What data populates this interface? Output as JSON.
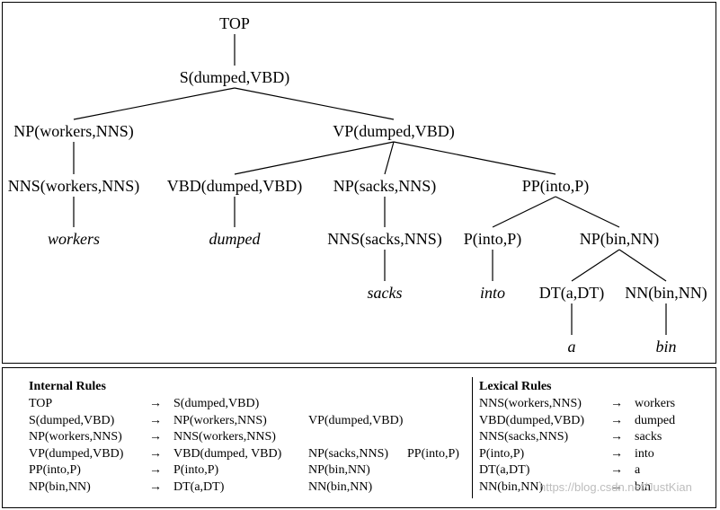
{
  "tree": {
    "nodes": [
      {
        "id": "top",
        "label": "TOP",
        "italic": false
      },
      {
        "id": "s",
        "label": "S(dumped,VBD)",
        "italic": false
      },
      {
        "id": "np_workers",
        "label": "NP(workers,NNS)",
        "italic": false
      },
      {
        "id": "vp_dumped",
        "label": "VP(dumped,VBD)",
        "italic": false
      },
      {
        "id": "nns_workers",
        "label": "NNS(workers,NNS)",
        "italic": false
      },
      {
        "id": "vbd_dumped",
        "label": "VBD(dumped,VBD)",
        "italic": false
      },
      {
        "id": "np_sacks",
        "label": "NP(sacks,NNS)",
        "italic": false
      },
      {
        "id": "pp_into",
        "label": "PP(into,P)",
        "italic": false
      },
      {
        "id": "w_workers",
        "label": "workers",
        "italic": true
      },
      {
        "id": "w_dumped",
        "label": "dumped",
        "italic": true
      },
      {
        "id": "nns_sacks",
        "label": "NNS(sacks,NNS)",
        "italic": false
      },
      {
        "id": "p_into",
        "label": "P(into,P)",
        "italic": false
      },
      {
        "id": "np_bin",
        "label": "NP(bin,NN)",
        "italic": false
      },
      {
        "id": "w_sacks",
        "label": "sacks",
        "italic": true
      },
      {
        "id": "w_into",
        "label": "into",
        "italic": true
      },
      {
        "id": "dt_a",
        "label": "DT(a,DT)",
        "italic": false
      },
      {
        "id": "nn_bin",
        "label": "NN(bin,NN)",
        "italic": false
      },
      {
        "id": "w_a",
        "label": "a",
        "italic": true
      },
      {
        "id": "w_bin",
        "label": "bin",
        "italic": true
      }
    ],
    "edges": [
      [
        "top",
        "s"
      ],
      [
        "s",
        "np_workers"
      ],
      [
        "s",
        "vp_dumped"
      ],
      [
        "np_workers",
        "nns_workers"
      ],
      [
        "nns_workers",
        "w_workers"
      ],
      [
        "vp_dumped",
        "vbd_dumped"
      ],
      [
        "vp_dumped",
        "np_sacks"
      ],
      [
        "vp_dumped",
        "pp_into"
      ],
      [
        "vbd_dumped",
        "w_dumped"
      ],
      [
        "np_sacks",
        "nns_sacks"
      ],
      [
        "nns_sacks",
        "w_sacks"
      ],
      [
        "pp_into",
        "p_into"
      ],
      [
        "pp_into",
        "np_bin"
      ],
      [
        "p_into",
        "w_into"
      ],
      [
        "np_bin",
        "dt_a"
      ],
      [
        "np_bin",
        "nn_bin"
      ],
      [
        "dt_a",
        "w_a"
      ],
      [
        "nn_bin",
        "w_bin"
      ]
    ]
  },
  "internal_rules": {
    "title": "Internal Rules",
    "arrow": "→",
    "rows": [
      {
        "lhs": "TOP",
        "rhs": [
          "S(dumped,VBD)"
        ]
      },
      {
        "lhs": "S(dumped,VBD)",
        "rhs": [
          "NP(workers,NNS)",
          "VP(dumped,VBD)"
        ]
      },
      {
        "lhs": "NP(workers,NNS)",
        "rhs": [
          "NNS(workers,NNS)"
        ]
      },
      {
        "lhs": "VP(dumped,VBD)",
        "rhs": [
          "VBD(dumped, VBD)",
          "NP(sacks,NNS)",
          "PP(into,P)"
        ]
      },
      {
        "lhs": "PP(into,P)",
        "rhs": [
          "P(into,P)",
          "NP(bin,NN)"
        ]
      },
      {
        "lhs": "NP(bin,NN)",
        "rhs": [
          "DT(a,DT)",
          "NN(bin,NN)"
        ]
      }
    ]
  },
  "lexical_rules": {
    "title": "Lexical Rules",
    "arrow": "→",
    "rows": [
      {
        "lhs": "NNS(workers,NNS)",
        "rhs": "workers"
      },
      {
        "lhs": "VBD(dumped,VBD)",
        "rhs": "dumped"
      },
      {
        "lhs": "NNS(sacks,NNS)",
        "rhs": "sacks"
      },
      {
        "lhs": "P(into,P)",
        "rhs": "into"
      },
      {
        "lhs": "DT(a,DT)",
        "rhs": "a"
      },
      {
        "lhs": "NN(bin,NN)",
        "rhs": "bin"
      }
    ]
  },
  "watermark": "https://blog.csdn.net/JustKian"
}
